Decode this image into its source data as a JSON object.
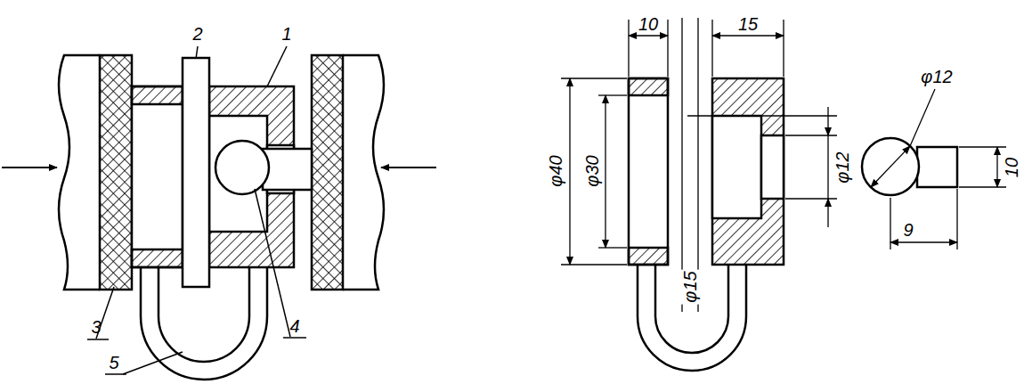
{
  "diagram": {
    "labels": [
      "2",
      "1",
      "3",
      "4",
      "5",
      "10",
      "15",
      "φ40",
      "φ30",
      "φ15",
      "φ12",
      "φ12",
      "10",
      "9"
    ]
  }
}
